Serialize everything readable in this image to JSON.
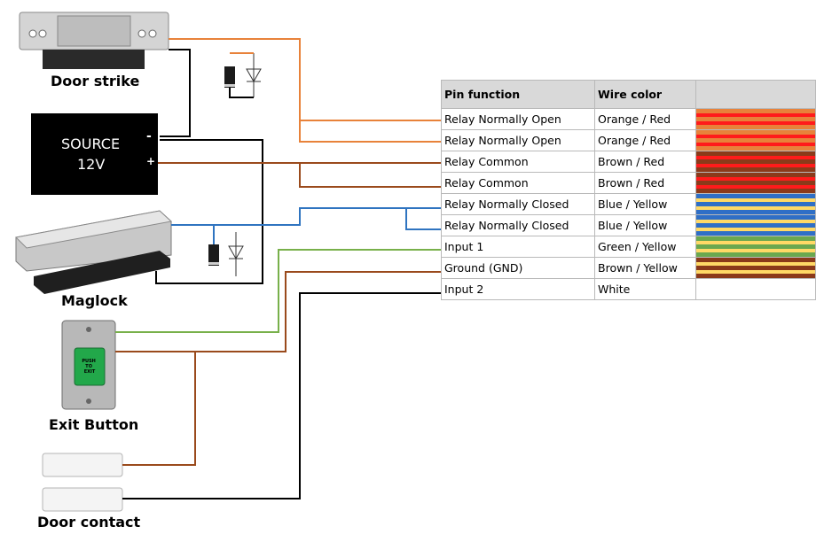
{
  "devices": {
    "door_strike": "Door strike",
    "maglock": "Maglock",
    "exit_button": "Exit Button",
    "door_contact": "Door contact",
    "power_supply": {
      "line1": "SOURCE",
      "line2": "12V",
      "neg": "-",
      "pos": "+"
    },
    "exit_button_face": [
      "PUSH",
      "TO",
      "EXIT"
    ]
  },
  "table": {
    "headers": [
      "Pin function",
      "Wire color",
      ""
    ],
    "rows": [
      {
        "function": "Relay Normally Open",
        "color": "Orange / Red",
        "swatch": [
          "#e8823a",
          "#ff1b1b",
          "#e8823a",
          "#ff1b1b",
          "#e8823a"
        ]
      },
      {
        "function": "Relay Normally Open",
        "color": "Orange / Red",
        "swatch": [
          "#e8823a",
          "#ff1b1b",
          "#e8823a",
          "#ff1b1b",
          "#e8823a"
        ]
      },
      {
        "function": "Relay Common",
        "color": "Brown / Red",
        "swatch": [
          "#8b3a1a",
          "#ff1b1b",
          "#8b3a1a",
          "#ff1b1b",
          "#8b3a1a"
        ]
      },
      {
        "function": "Relay Common",
        "color": "Brown / Red",
        "swatch": [
          "#8b3a1a",
          "#ff1b1b",
          "#8b3a1a",
          "#ff1b1b",
          "#8b3a1a"
        ]
      },
      {
        "function": "Relay Normally Closed",
        "color": "Blue / Yellow",
        "swatch": [
          "#2f6fc6",
          "#ffd966",
          "#2f6fc6",
          "#ffd966",
          "#2f6fc6"
        ]
      },
      {
        "function": "Relay Normally Closed",
        "color": "Blue / Yellow",
        "swatch": [
          "#2f6fc6",
          "#ffd966",
          "#2f6fc6",
          "#ffd966",
          "#2f6fc6"
        ]
      },
      {
        "function": "Input 1",
        "color": "Green / Yellow",
        "swatch": [
          "#6aa84f",
          "#ffd966",
          "#6aa84f",
          "#ffd966",
          "#6aa84f"
        ]
      },
      {
        "function": "Ground (GND)",
        "color": "Brown / Yellow",
        "swatch": [
          "#8b3a1a",
          "#ffd966",
          "#8b3a1a",
          "#ffd966",
          "#8b3a1a"
        ]
      },
      {
        "function": "Input 2",
        "color": "White",
        "swatch": []
      }
    ]
  },
  "colors": {
    "orange": "#e8823a",
    "brown": "#9a4a1c",
    "blue": "#2f74c0",
    "green": "#78b04a",
    "black": "#000000"
  }
}
